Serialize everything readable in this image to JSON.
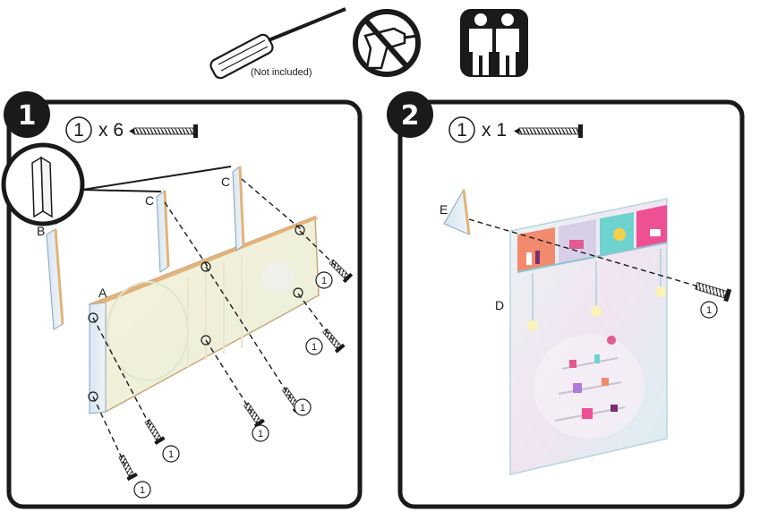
{
  "tools": {
    "screwdriver_note": "(Not included)"
  },
  "step1": {
    "number": "1",
    "part_ref": "1",
    "quantity": "x 6",
    "labels": {
      "a": "A",
      "b": "B",
      "c1": "C",
      "c2": "C"
    },
    "screw_callouts": [
      "1",
      "1",
      "1",
      "1",
      "1",
      "1"
    ]
  },
  "step2": {
    "number": "2",
    "part_ref": "1",
    "quantity": "x 1",
    "labels": {
      "d": "D",
      "e": "E"
    },
    "screw_callouts": [
      "1"
    ]
  }
}
